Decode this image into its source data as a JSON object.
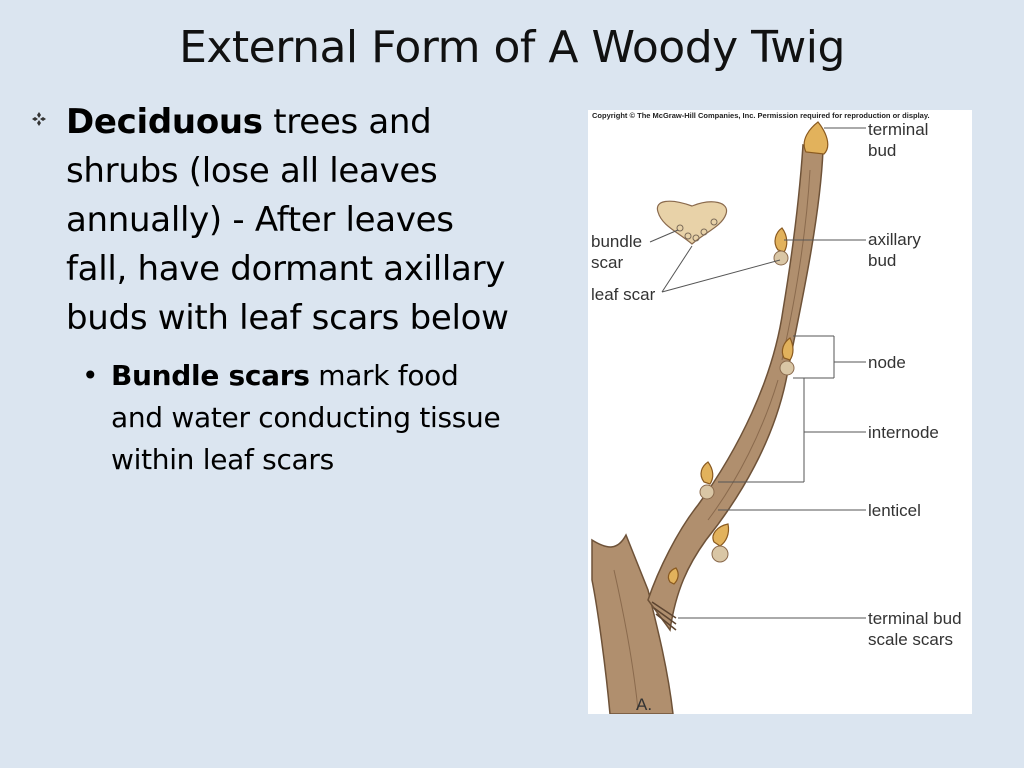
{
  "slide": {
    "title": "External Form of A Woody Twig"
  },
  "bullets": {
    "main": {
      "bold": "Deciduous",
      "text": " trees and shrubs (lose all leaves annually) - After leaves fall, have dormant axillary buds with leaf scars below"
    },
    "sub": {
      "bold": "Bundle scars",
      "text": " mark food and water conducting tissue within leaf scars"
    }
  },
  "figure": {
    "copyright": "Copyright © The McGraw-Hill Companies, Inc. Permission required for reproduction or display.",
    "labels": {
      "terminal_bud_1": "terminal",
      "terminal_bud_2": "bud",
      "axillary_bud_1": "axillary",
      "axillary_bud_2": "bud",
      "bundle_scar_1": "bundle",
      "bundle_scar_2": "scar",
      "leaf_scar": "leaf scar",
      "node": "node",
      "internode": "internode",
      "lenticel": "lenticel",
      "bud_scale_scars_1": "terminal bud",
      "bud_scale_scars_2": "scale scars",
      "panel": "A."
    }
  },
  "colors": {
    "background": "#dbe5f0",
    "bark": "#b08f6e",
    "bud": "#e2b25c"
  }
}
